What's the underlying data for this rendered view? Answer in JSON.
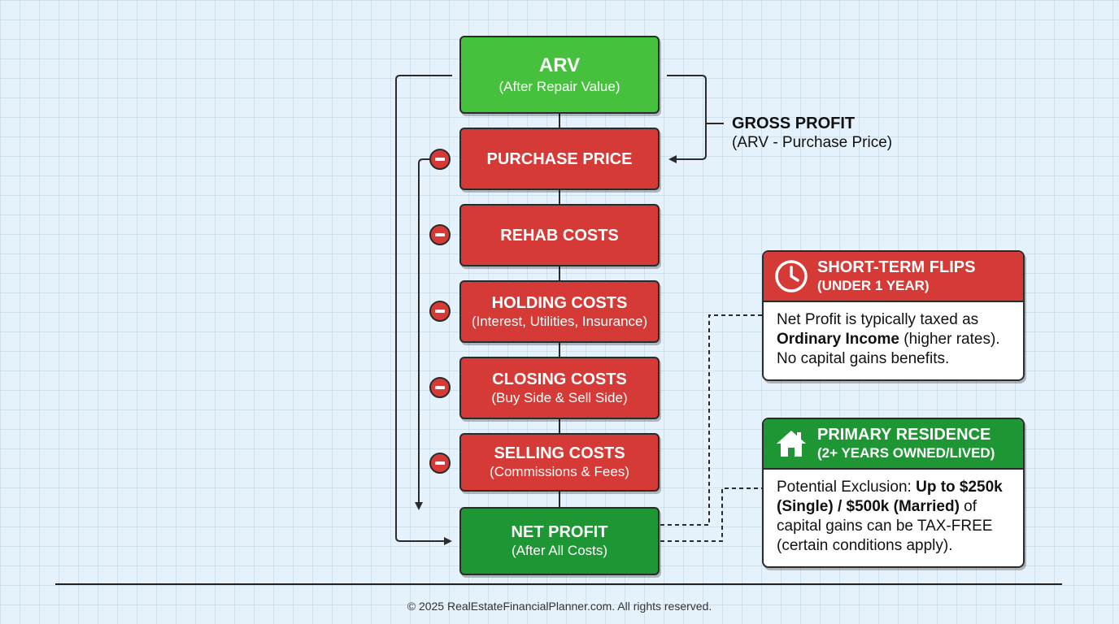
{
  "flow": {
    "arv": {
      "title": "ARV",
      "subtitle": "(After Repair Value)"
    },
    "purchase": {
      "title": "PURCHASE PRICE"
    },
    "rehab": {
      "title": "REHAB COSTS"
    },
    "holding": {
      "title": "HOLDING COSTS",
      "subtitle": "(Interest, Utilities, Insurance)"
    },
    "closing": {
      "title": "CLOSING COSTS",
      "subtitle": "(Buy Side & Sell Side)"
    },
    "selling": {
      "title": "SELLING COSTS",
      "subtitle": "(Commissions & Fees)"
    },
    "net": {
      "title": "NET PROFIT",
      "subtitle": "(After All Costs)"
    }
  },
  "gross_profit": {
    "title": "GROSS PROFIT",
    "subtitle": "(ARV - Purchase Price)"
  },
  "cards": {
    "short_term": {
      "title": "SHORT-TERM FLIPS",
      "subtitle": "(UNDER 1 YEAR)",
      "icon": "clock-icon",
      "body_1": "Net Profit is typically taxed as ",
      "body_bold": "Ordinary Income",
      "body_2": " (higher rates). No capital gains benefits."
    },
    "primary": {
      "title": "PRIMARY RESIDENCE",
      "subtitle": "(2+ YEARS OWNED/LIVED)",
      "icon": "house-icon",
      "body_1": "Potential Exclusion: ",
      "body_bold": "Up to $250k (Single) / $500k (Married)",
      "body_2": " of capital gains can be TAX-FREE (certain conditions apply)."
    }
  },
  "colors": {
    "red": "#d63a36",
    "green_light": "#46c13e",
    "green_dark": "#1f9634",
    "background": "#e6f2fb"
  },
  "footer": "© 2025 RealEstateFinancialPlanner.com. All rights reserved."
}
